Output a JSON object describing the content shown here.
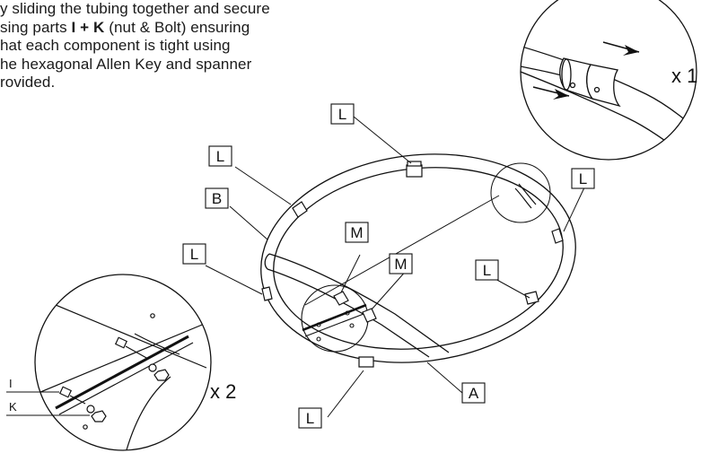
{
  "instructions": {
    "line1": "y sliding the tubing together and secure",
    "line2_pre": "sing parts ",
    "line2_bold": "I + K",
    "line2_post": " (nut & Bolt) ensuring",
    "line3": "hat each component is tight using",
    "line4": "he hexagonal Allen Key and spanner",
    "line5": "rovided."
  },
  "quantities": {
    "top_detail": "x 1",
    "bottom_detail": "x 2"
  },
  "part_labels": {
    "L": "L",
    "B": "B",
    "M": "M",
    "A": "A",
    "I": "I",
    "K": "K"
  }
}
